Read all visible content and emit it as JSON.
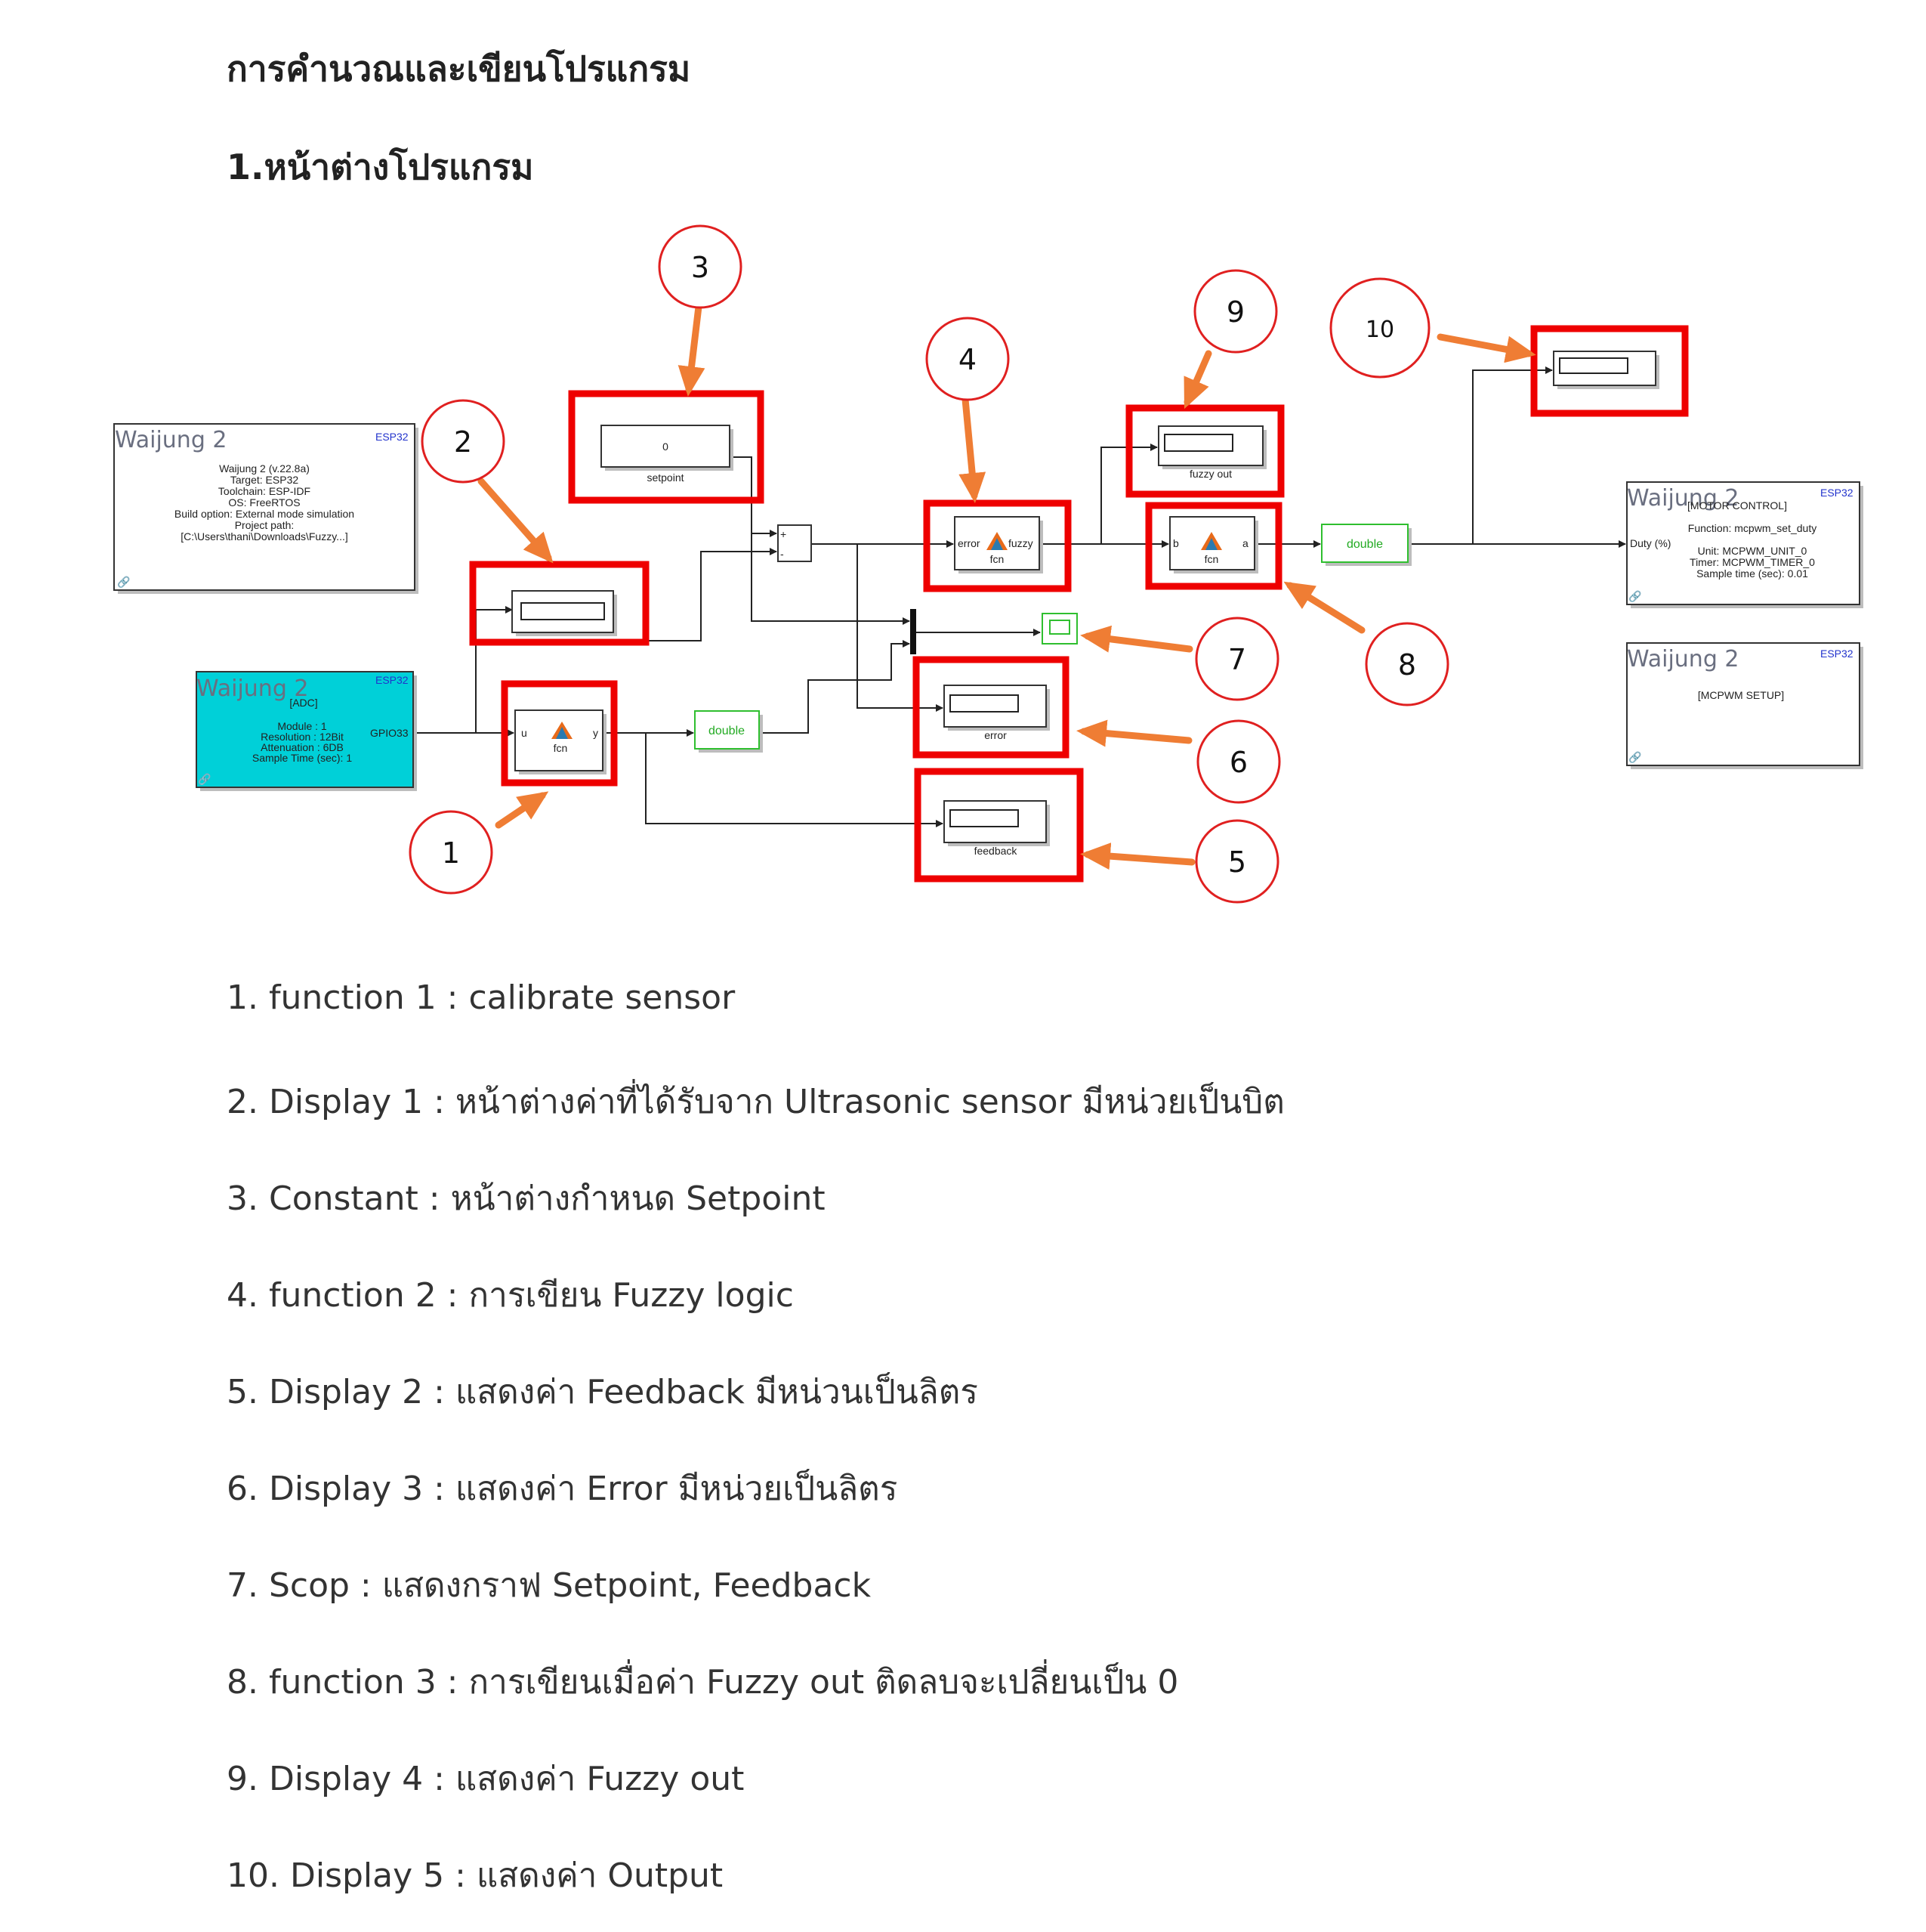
{
  "headings": {
    "main": "การคำนวณและเขียนโปรแกรม",
    "section": "1.หน้าต่างโปรแกรม"
  },
  "diagram": {
    "waijung_main": {
      "brand": "Waijung 2",
      "chip": "ESP32",
      "lines": [
        "Waijung 2 (v.22.8a)",
        "Target: ESP32",
        "Toolchain: ESP-IDF",
        "OS: FreeRTOS",
        "Build option: External mode simulation",
        "Project path:",
        "[C:\\Users\\thani\\Downloads\\Fuzzy...]"
      ]
    },
    "adc_block": {
      "brand": "Waijung 2",
      "chip": "ESP32",
      "title": "[ADC]",
      "lines": [
        "Module : 1",
        "Resolution : 12Bit",
        "Attenuation : 6DB",
        "Sample Time (sec): 1"
      ],
      "port": "GPIO33"
    },
    "motor_block": {
      "brand": "Waijung 2",
      "chip": "ESP32",
      "title": "[MOTOR CONTROL]",
      "port": "Duty (%)",
      "lines": [
        "Function: mcpwm_set_duty",
        "Unit: MCPWM_UNIT_0",
        "Timer: MCPWM_TIMER_0",
        "Sample time (sec): 0.01"
      ]
    },
    "setup_block": {
      "brand": "Waijung 2",
      "chip": "ESP32",
      "title": "[MCPWM SETUP]"
    },
    "constant": {
      "value": "0",
      "label": "setpoint"
    },
    "fcn1": {
      "in": "u",
      "out": "y",
      "label": "fcn"
    },
    "fcn2": {
      "in": "error",
      "out": "fuzzy",
      "label": "fcn"
    },
    "fcn3": {
      "in": "b",
      "out": "a",
      "label": "fcn"
    },
    "convert1": "double",
    "convert2": "double",
    "labels": {
      "error": "error",
      "feedback": "feedback",
      "fuzzy_out": "fuzzy out"
    },
    "sum_signs": [
      "+",
      "-"
    ],
    "callouts": [
      "1",
      "2",
      "3",
      "4",
      "5",
      "6",
      "7",
      "8",
      "9",
      "10"
    ]
  },
  "items": [
    "1. function 1 : calibrate sensor",
    "2. Display 1 : หน้าต่างค่าที่ได้รับจาก Ultrasonic sensor มีหน่วยเป็นบิต",
    "3. Constant : หน้าต่างกำหนด Setpoint",
    "4. function 2 : การเขียน Fuzzy logic",
    "5. Display 2 : แสดงค่า Feedback มีหน่วนเป็นลิตร",
    "6. Display 3 : แสดงค่า Error มีหน่วยเป็นลิตร",
    "7. Scop : แสดงกราฟ Setpoint, Feedback",
    "8. function 3 : การเขียนเมื่อค่า Fuzzy out ติดลบจะเปลี่ยนเป็น 0",
    "9. Display 4 : แสดงค่า Fuzzy out",
    "10. Display 5 : แสดงค่า Output"
  ],
  "colors": {
    "highlight": "#ee0000",
    "arrow": "#ef7d34",
    "adc_fill": "#00d0d8",
    "convert_text": "#22aa22"
  }
}
